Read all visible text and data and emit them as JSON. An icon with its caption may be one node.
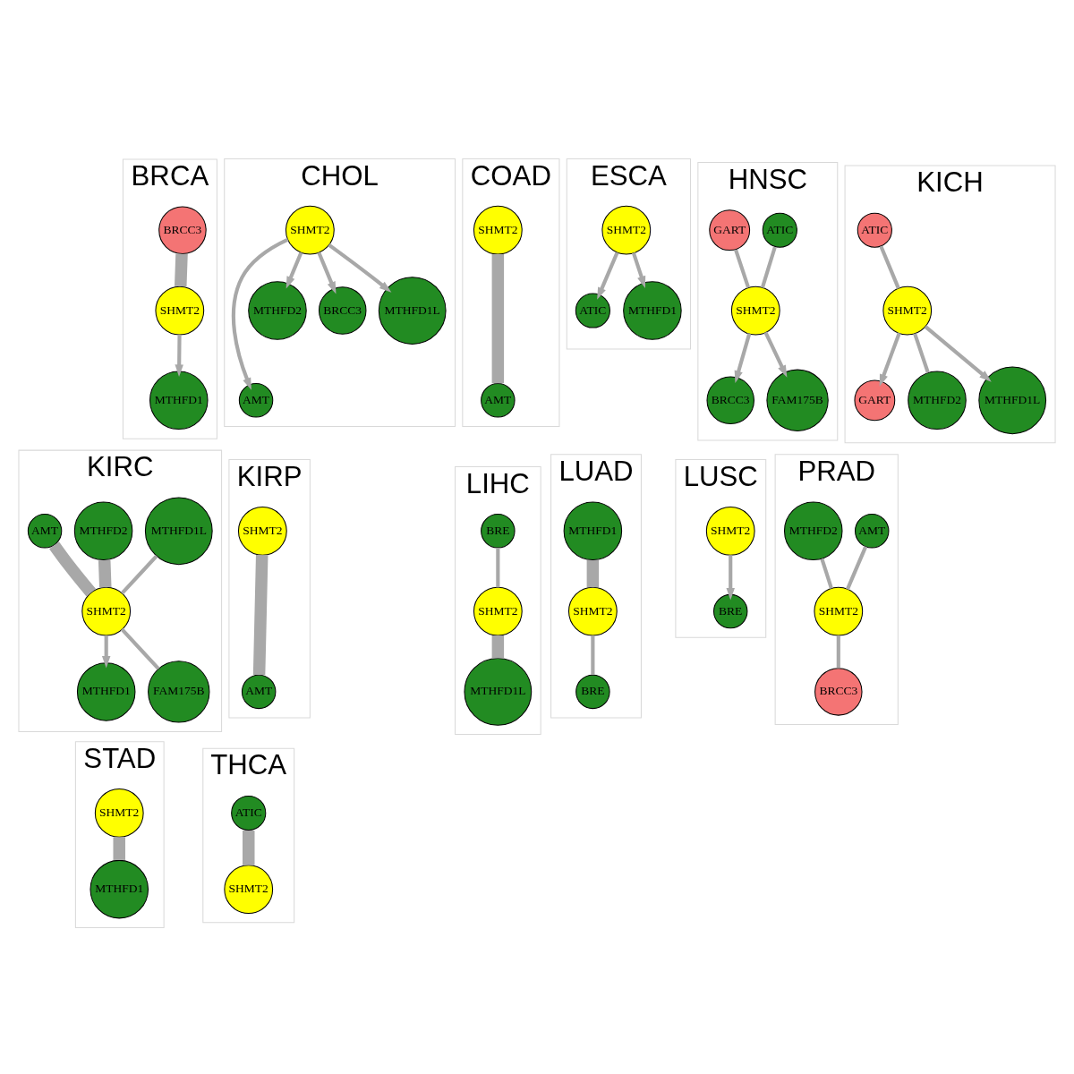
{
  "diagram": {
    "nodes": [
      {
        "text": [
          "BRCA"
        ]
      },
      {
        "text": [
          "BRCC3"
        ],
        "in": 0
      },
      {
        "text": [
          "SHMT2"
        ],
        "in": 0
      },
      {
        "text": [
          "MTHFD1"
        ],
        "in": 0
      },
      {
        "text": [
          "CHOL"
        ]
      },
      {
        "text": [
          "AMT"
        ],
        "in": 4
      },
      {
        "text": [
          "MTHFD2"
        ],
        "in": 4
      },
      {
        "text": [
          "SHMT2"
        ],
        "in": 4
      },
      {
        "text": [
          "BRCC3"
        ],
        "in": 4
      },
      {
        "text": [
          "MTHFD1L"
        ],
        "in": 4
      },
      {
        "text": [
          "COAD"
        ]
      },
      {
        "text": [
          "SHMT2"
        ],
        "in": 10
      },
      {
        "text": [
          "AMT"
        ],
        "in": 10
      },
      {
        "text": [
          "ESCA"
        ]
      },
      {
        "text": [
          "ATIC"
        ],
        "in": 13
      },
      {
        "text": [
          "SHMT2"
        ],
        "in": 13
      },
      {
        "text": [
          "MTHFD1"
        ],
        "in": 13
      },
      {
        "text": [
          "HNSC"
        ]
      },
      {
        "text": [
          "ATIC"
        ],
        "in": 17
      },
      {
        "text": [
          "GART"
        ],
        "in": 17
      },
      {
        "text": [
          "SHMT2"
        ],
        "in": 17
      },
      {
        "text": [
          "BRCC3"
        ],
        "in": 17
      },
      {
        "text": [
          "FAM175B"
        ],
        "in": 17
      },
      {
        "text": [
          "KICH"
        ]
      },
      {
        "text": [
          "ATIC"
        ],
        "in": 23
      },
      {
        "text": [
          "GART"
        ],
        "in": 23
      },
      {
        "text": [
          "SHMT2"
        ],
        "in": 23
      },
      {
        "text": [
          "MTHFD2"
        ],
        "in": 23
      },
      {
        "text": [
          "MTHFD1L"
        ],
        "in": 23
      },
      {
        "text": [
          "KIRC"
        ]
      },
      {
        "text": [
          "MTHFD1"
        ],
        "in": 29
      },
      {
        "text": [
          "MTHFD1L"
        ],
        "in": 29
      },
      {
        "text": [
          "SHMT2"
        ],
        "in": 29
      },
      {
        "text": [
          "FAM175B"
        ],
        "in": 29
      },
      {
        "text": [
          "MTHFD2"
        ],
        "in": 29
      },
      {
        "text": [
          "AMT"
        ],
        "in": 29
      },
      {
        "text": [
          "KIRP"
        ]
      },
      {
        "text": [
          "SHMT2"
        ],
        "in": 36
      },
      {
        "text": [
          "AMT"
        ],
        "in": 36
      },
      {
        "text": [
          "LIHC"
        ]
      },
      {
        "text": [
          "BRE"
        ],
        "in": 39
      },
      {
        "text": [
          "SHMT2"
        ],
        "in": 39
      },
      {
        "text": [
          "MTHFD1L"
        ],
        "in": 39
      },
      {
        "text": [
          "LUAD"
        ]
      },
      {
        "text": [
          "MTHFD1"
        ],
        "in": 43
      },
      {
        "text": [
          "SHMT2"
        ],
        "in": 43
      },
      {
        "text": [
          "BRE"
        ],
        "in": 43
      },
      {
        "text": [
          "LUSC"
        ]
      },
      {
        "text": [
          "BRE"
        ],
        "in": 47
      },
      {
        "text": [
          "SHMT2"
        ],
        "in": 47
      },
      {
        "text": [
          "PRAD"
        ]
      },
      {
        "text": [
          "AMT"
        ],
        "in": 50
      },
      {
        "text": [
          "MTHFD2"
        ],
        "in": 50
      },
      {
        "text": [
          "SHMT2"
        ],
        "in": 50
      },
      {
        "text": [
          "BRCC3"
        ],
        "in": 50
      },
      {
        "text": [
          "STAD"
        ]
      },
      {
        "text": [
          "SHMT2"
        ],
        "in": 55
      },
      {
        "text": [
          "MTHFD1"
        ],
        "in": 55
      },
      {
        "text": [
          "THCA"
        ]
      },
      {
        "text": [
          "ATIC"
        ],
        "in": 58
      },
      {
        "text": [
          "SHMT2"
        ],
        "in": 58
      }
    ],
    "edges": [
      {
        "from": 1,
        "to": 2,
        "arrow": "none",
        "style": "thick"
      },
      {
        "from": 2,
        "to": 3,
        "arrow": "to"
      },
      {
        "from": 7,
        "to": 5,
        "arrow": "to"
      },
      {
        "from": 7,
        "to": 6,
        "arrow": "to"
      },
      {
        "from": 7,
        "to": 8,
        "arrow": "to"
      },
      {
        "from": 7,
        "to": 9,
        "arrow": "to"
      },
      {
        "from": 11,
        "to": 12,
        "arrow": "none",
        "style": "thick"
      },
      {
        "from": 15,
        "to": 14,
        "arrow": "to"
      },
      {
        "from": 15,
        "to": 16,
        "arrow": "to"
      },
      {
        "from": 18,
        "to": 20,
        "arrow": "none"
      },
      {
        "from": 19,
        "to": 20,
        "arrow": "none"
      },
      {
        "from": 20,
        "to": 21,
        "arrow": "to"
      },
      {
        "from": 20,
        "to": 22,
        "arrow": "to"
      },
      {
        "from": 24,
        "to": 26,
        "arrow": "none"
      },
      {
        "from": 26,
        "to": 25,
        "arrow": "to"
      },
      {
        "from": 26,
        "to": 27,
        "arrow": "none"
      },
      {
        "from": 26,
        "to": 28,
        "arrow": "to"
      },
      {
        "from": 32,
        "to": 30,
        "arrow": "to"
      },
      {
        "from": 31,
        "to": 32,
        "arrow": "none"
      },
      {
        "from": 32,
        "to": 33,
        "arrow": "none"
      },
      {
        "from": 34,
        "to": 32,
        "arrow": "none",
        "style": "thick"
      },
      {
        "from": 35,
        "to": 32,
        "arrow": "none",
        "style": "thick"
      },
      {
        "from": 37,
        "to": 38,
        "arrow": "none",
        "style": "thick"
      },
      {
        "from": 40,
        "to": 41,
        "arrow": "none"
      },
      {
        "from": 41,
        "to": 42,
        "arrow": "none",
        "style": "thick"
      },
      {
        "from": 44,
        "to": 45,
        "arrow": "none",
        "style": "thick"
      },
      {
        "from": 45,
        "to": 46,
        "arrow": "none"
      },
      {
        "from": 49,
        "to": 48,
        "arrow": "to"
      },
      {
        "from": 51,
        "to": 53,
        "arrow": "none"
      },
      {
        "from": 52,
        "to": 53,
        "arrow": "none"
      },
      {
        "from": 53,
        "to": 54,
        "arrow": "none"
      },
      {
        "from": 56,
        "to": 57,
        "arrow": "none",
        "style": "thick"
      },
      {
        "from": 59,
        "to": 60,
        "arrow": "none",
        "style": "thick"
      }
    ]
  }
}
